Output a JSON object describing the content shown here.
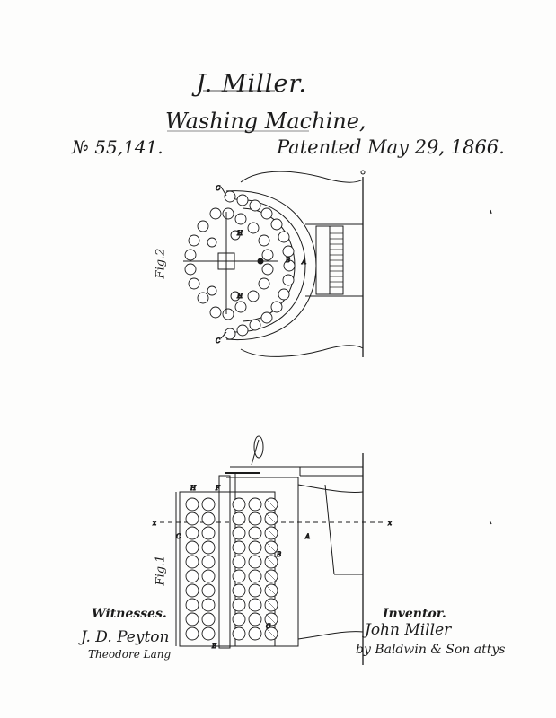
{
  "patent": {
    "inventor_header": "J. Miller.",
    "title": "Washing Machine,",
    "number": "№ 55,141.",
    "date": "Patented May 29, 1866."
  },
  "figures": {
    "fig2_label": "Fig.2",
    "fig1_label": "Fig.1"
  },
  "parts_fig2": [
    "C",
    "C",
    "B",
    "A",
    "H",
    "H"
  ],
  "parts_fig1": [
    "H",
    "F",
    "B",
    "C",
    "A",
    "x",
    "x",
    "E",
    "C"
  ],
  "witnesses": {
    "heading": "Witnesses.",
    "names": [
      "J. D. Peyton",
      "Theodore Lang"
    ]
  },
  "inventor": {
    "heading": "Inventor.",
    "name": "John Miller",
    "attorneys": "by Baldwin & Son attys"
  }
}
